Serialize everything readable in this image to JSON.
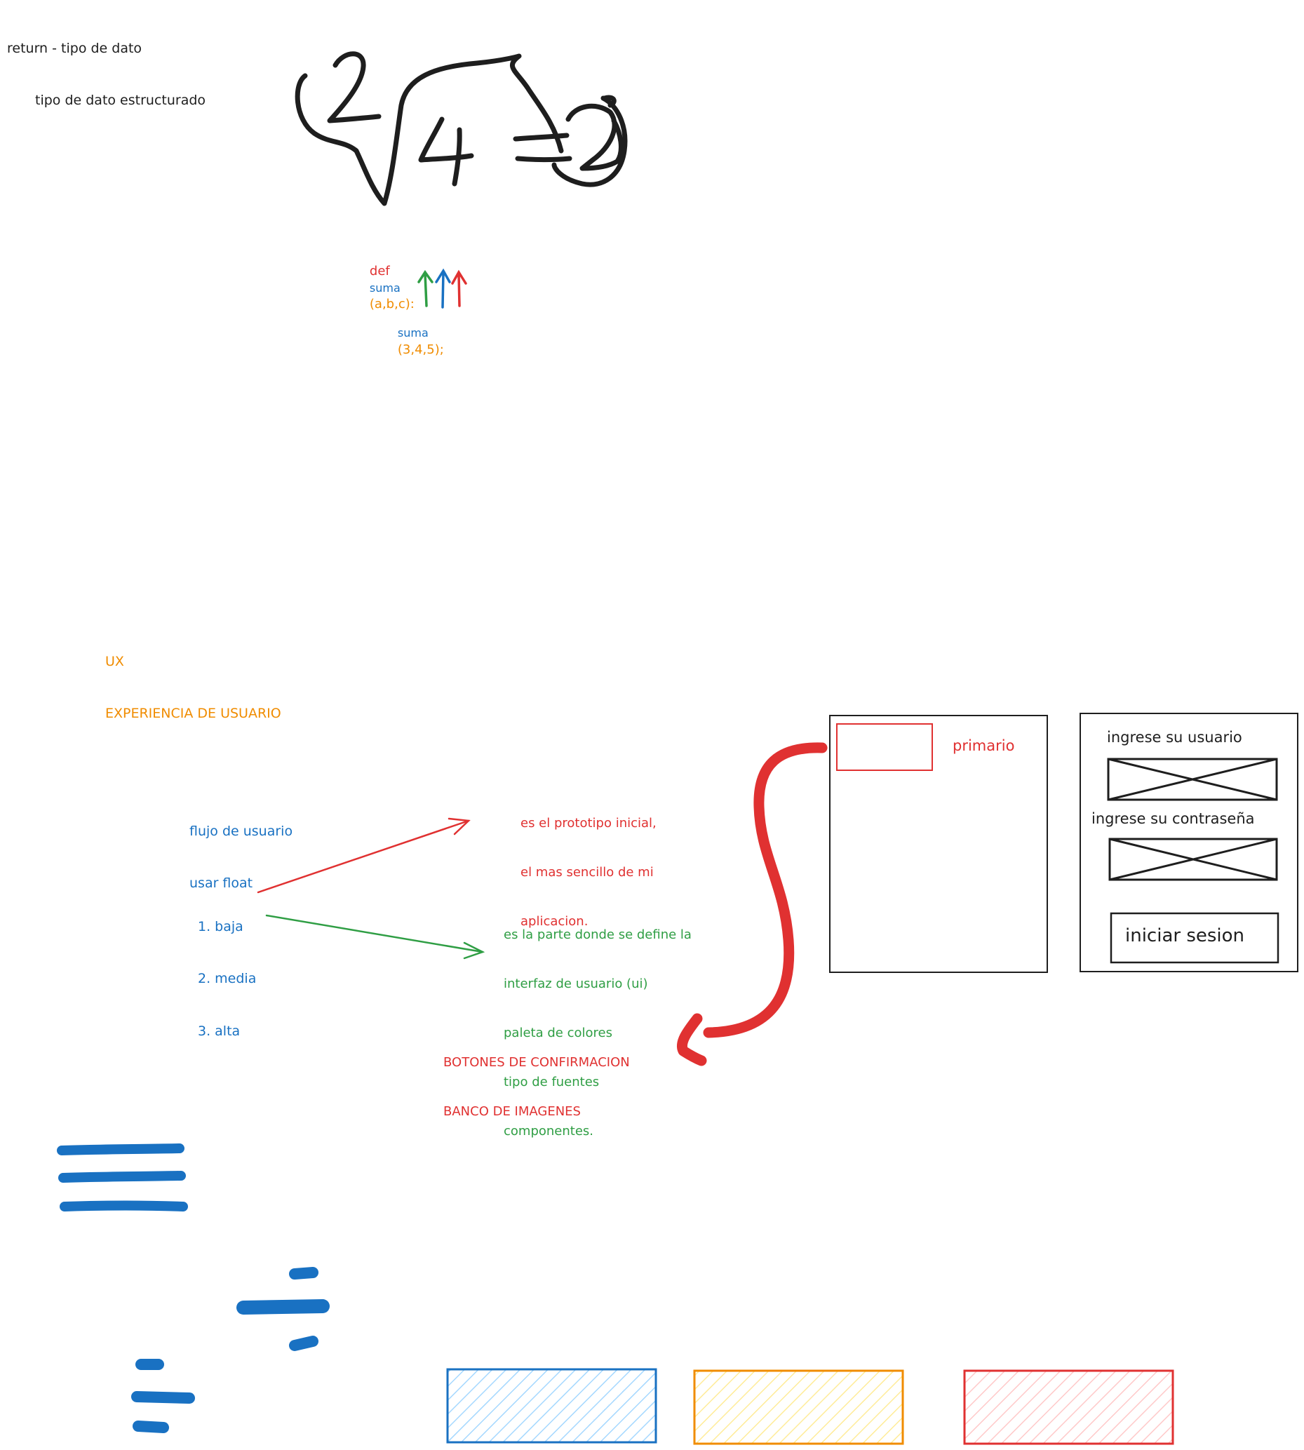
{
  "colors": {
    "ink": "#1e1e1e",
    "red": "#e03131",
    "green": "#2f9e44",
    "blue": "#1971c2",
    "orange": "#f08c00",
    "blue_fill": "#a5d8ff",
    "yellow_fill": "#ffec99",
    "red_fill": "#ffc9c9"
  },
  "notes": {
    "return_line1": "return - tipo de dato",
    "return_line2": "tipo de dato estructurado"
  },
  "math_sketch": {
    "index": "2",
    "radicand": "4",
    "equals": "=",
    "result": "2"
  },
  "code_diagram": {
    "def_keyword": "def",
    "def_name": "suma",
    "def_params": "(a,b,c)",
    "def_colon": ":",
    "call_name": "suma",
    "call_args": "(3,4,5)",
    "call_colon": ";"
  },
  "ux_heading": {
    "line1": "UX",
    "line2": "EXPERIENCIA DE USUARIO"
  },
  "flow_note": {
    "line1": "flujo de usuario",
    "line2": "usar float"
  },
  "levels": [
    "1. baja",
    "2. media",
    "3. alta"
  ],
  "low_fidelity": {
    "line1": "es el prototipo inicial,",
    "line2": "el mas sencillo de mi",
    "line3": "aplicacion."
  },
  "medium_fidelity": {
    "line1": "es la parte donde se define la",
    "line2": "interfaz de usuario (ui)",
    "line3": "paleta de colores",
    "line4": "tipo de fuentes",
    "line5": "componentes."
  },
  "confirmations": {
    "line1": "BOTONES DE CONFIRMACION",
    "line2": "BANCO DE IMAGENES"
  },
  "wireframe_primary": {
    "label": "primario"
  },
  "login_wireframe": {
    "user_label": "ingrese su usuario",
    "password_label": "ingrese su contraseña",
    "submit_label": "iniciar sesion"
  },
  "icons": [
    "hamburger-menu-icon",
    "right-aligned-lines-icon",
    "left-aligned-lines-icon"
  ],
  "swatches": [
    {
      "name": "blue-swatch",
      "stroke": "#1971c2",
      "fill": "#a5d8ff"
    },
    {
      "name": "yellow-swatch",
      "stroke": "#f08c00",
      "fill": "#ffec99"
    },
    {
      "name": "red-swatch",
      "stroke": "#e03131",
      "fill": "#ffc9c9"
    }
  ]
}
